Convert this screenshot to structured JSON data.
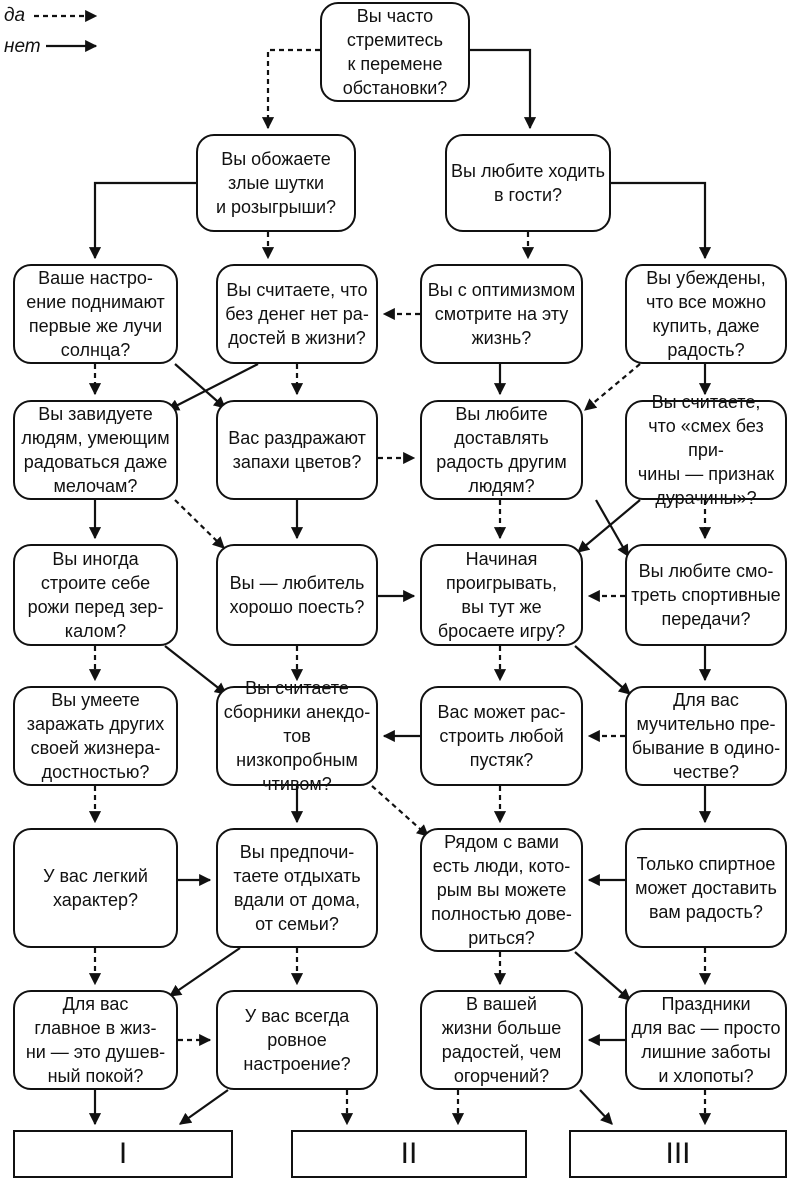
{
  "legend": {
    "yes": "да",
    "no": "нет"
  },
  "questions": {
    "q1": "Вы часто\nстремитесь\nк перемене\nобстановки?",
    "q2": "Вы обожаете\nзлые шутки\nи розыгрыши?",
    "q3": "Вы любите ходить\nв гости?",
    "q4": "Ваше настро-\nение поднимают\nпервые же лучи\nсолнца?",
    "q5": "Вы считаете, что\nбез денег нет ра-\nдостей в жизни?",
    "q6": "Вы с оптимизмом\nсмотрите на эту\nжизнь?",
    "q7": "Вы убеждены,\nчто все можно\nкупить, даже\nрадость?",
    "q8": "Вы завидуете\nлюдям, умеющим\nрадоваться даже\nмелочам?",
    "q9": "Вас раздражают\nзапахи цветов?",
    "q10": "Вы любите\nдоставлять\nрадость другим\nлюдям?",
    "q11": "Вы считаете,\nчто «смех без при-\nчины — признак\nдурачины»?",
    "q12": "Вы иногда\nстроите себе\nрожи перед зер-\nкалом?",
    "q13": "Вы — любитель\nхорошо поесть?",
    "q14": "Начиная\nпроигрывать,\nвы тут же\nбросаете игру?",
    "q15": "Вы любите смо-\nтреть спортивные\nпередачи?",
    "q16": "Вы умеете\nзаражать других\nсвоей жизнера-\nдостностью?",
    "q17": "Вы считаете\nсборники анекдо-\nтов низкопробным\nчтивом?",
    "q18": "Вас может рас-\nстроить любой\nпустяк?",
    "q19": "Для вас\nмучительно пре-\nбывание в одино-\nчестве?",
    "q20": "У вас легкий\nхарактер?",
    "q21": "Вы предпочи-\nтаете отдыхать\nвдали от дома,\nот семьи?",
    "q22": "Рядом с вами\nесть люди, кото-\nрым вы можете\nполностью дове-\nриться?",
    "q23": "Только спиртное\nможет доставить\nвам радость?",
    "q24": "Для вас\nглавное в жиз-\nни — это душев-\nный покой?",
    "q25": "У вас всегда\nровное\nнастроение?",
    "q26": "В вашей\nжизни больше\nрадостей, чем\nогорчений?",
    "q27": "Праздники\nдля вас — просто\nлишние заботы\nи хлопоты?"
  },
  "results": {
    "r1": "I",
    "r2": "II",
    "r3": "III"
  }
}
